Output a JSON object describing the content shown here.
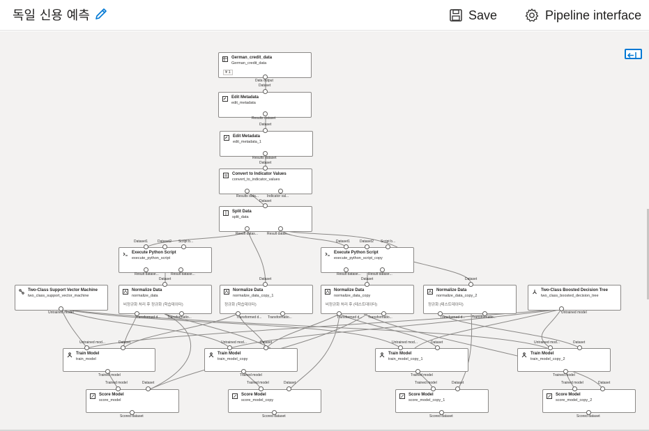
{
  "header": {
    "title": "독일 신용 예측",
    "save_label": "Save",
    "interface_label": "Pipeline interface"
  },
  "nodes": {
    "german_credit": {
      "title": "German_credit_data",
      "subtitle": "German_credit_data",
      "badge": "¥ 1",
      "out_label1": "Data output",
      "out_label2": "Dataset"
    },
    "edit_metadata": {
      "title": "Edit Metadata",
      "subtitle": "edit_metadata",
      "out_label1": "Results dataset",
      "out_label2": "Dataset"
    },
    "edit_metadata_1": {
      "title": "Edit Metadata",
      "subtitle": "edit_metadata_1",
      "out_label1": "Results dataset",
      "out_label2": "Dataset"
    },
    "convert": {
      "title": "Convert to Indicator Values",
      "subtitle": "convert_to_indicator_values",
      "out_label1": "Results data...",
      "out_label2": "Indicator val...",
      "in_label": "Dataset"
    },
    "split": {
      "title": "Split Data",
      "subtitle": "split_data",
      "out_label1": "Result datas...",
      "out_label2": "Result datas..."
    },
    "python_1": {
      "title": "Execute Python Script",
      "subtitle": "execute_python_script",
      "in1": "Dataset1",
      "in2": "Dataset2",
      "in3": "Script b...",
      "out1": "Result datase...",
      "out2": "Result datase..."
    },
    "python_2": {
      "title": "Execute Python Script",
      "subtitle": "execute_python_script_copy",
      "in1": "Dataset1",
      "in2": "Dataset2",
      "in3": "Script b...",
      "out1": "Result datase...",
      "out2": "Result datase..."
    },
    "svm": {
      "title": "Two-Class Support Vector Machine",
      "subtitle": "two_class_support_vector_machine",
      "out": "Untrained model"
    },
    "norm_1": {
      "title": "Normalize Data",
      "subtitle": "normalize_data",
      "comment": "비정규화 처리 후 정규화 (학습데이터)",
      "in": "Dataset",
      "out1": "Transformed d...",
      "out2": "Transformatio..."
    },
    "norm_2": {
      "title": "Normalize Data",
      "subtitle": "normalize_data_copy_1",
      "comment": "정규화 (학습데이터)",
      "in": "Dataset",
      "out1": "Transformed d...",
      "out2": "Transformatio..."
    },
    "norm_3": {
      "title": "Normalize Data",
      "subtitle": "normalize_data_copy",
      "comment": "비정규화 처리 후 (테스트데이터)",
      "in": "Dataset",
      "out1": "Transformed d...",
      "out2": "Transformatio..."
    },
    "norm_4": {
      "title": "Normalize Data",
      "subtitle": "normalize_data_copy_2",
      "comment": "정규화 (테스트데이터)",
      "in": "Dataset",
      "out1": "Transformed d...",
      "out2": "Transformatio..."
    },
    "boosted": {
      "title": "Two-Class Boosted Decision Tree",
      "subtitle": "two_class_boosted_decision_tree",
      "out": "Untrained model"
    },
    "train_1": {
      "title": "Train Model",
      "subtitle": "train_model",
      "in1": "Untrained mod...",
      "in2": "Dataset",
      "out": "Trained model"
    },
    "train_2": {
      "title": "Train Model",
      "subtitle": "train_model_copy",
      "in1": "Untrained mod...",
      "in2": "Dataset",
      "out": "Trained model"
    },
    "train_3": {
      "title": "Train Model",
      "subtitle": "train_model_copy_1",
      "in1": "Untrained mod...",
      "in2": "Dataset",
      "out": "Trained model"
    },
    "train_4": {
      "title": "Train Model",
      "subtitle": "train_model_copy_2",
      "in1": "Untrained mod...",
      "in2": "Dataset",
      "out": "Trained model"
    },
    "score_1": {
      "title": "Score Model",
      "subtitle": "score_model",
      "in1": "Trained model",
      "in2": "Dataset",
      "out": "Scored dataset"
    },
    "score_2": {
      "title": "Score Model",
      "subtitle": "score_model_copy",
      "in1": "Trained model",
      "in2": "Dataset",
      "out": "Scored dataset"
    },
    "score_3": {
      "title": "Score Model",
      "subtitle": "score_model_copy_1",
      "in1": "Trained model",
      "in2": "Dataset",
      "out": "Scored dataset"
    },
    "score_4": {
      "title": "Score Model",
      "subtitle": "score_model_copy_2",
      "in1": "Trained model",
      "in2": "Dataset",
      "out": "Scored dataset"
    }
  },
  "colors": {
    "accent": "#0078d4",
    "canvas": "#f3f2f1",
    "edge": "#8a8886",
    "node_border": "#8a8886"
  },
  "icons": {
    "edit": "pencil-icon",
    "save": "floppy-disk-icon",
    "interface": "gear-icon",
    "collapse": "collapse-panel-icon"
  }
}
